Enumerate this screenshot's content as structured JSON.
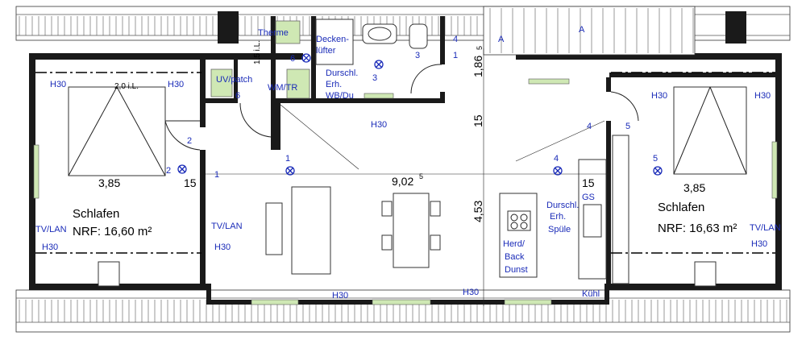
{
  "rooms": {
    "left_bedroom": {
      "name": "Schlafen",
      "area": "NRF: 16,60 m²"
    },
    "right_bedroom": {
      "name": "Schlafen",
      "area": "NRF: 16,63 m²"
    }
  },
  "labels": {
    "therme": "Therme",
    "decken_1": "Decken-",
    "decken_2": "lüfter",
    "uv_patch": "UV/patch",
    "wm_tr": "WM/TR",
    "durschl_bath_1": "Durschl.",
    "durschl_bath_2": "Erh.",
    "durschl_bath_3": "WB/Du",
    "durschl_kitchen_1": "Durschl.",
    "durschl_kitchen_2": "Erh.",
    "durschl_kitchen_3": "Spüle",
    "herd_1": "Herd/",
    "herd_2": "Back",
    "herd_3": "Dunst",
    "gs": "GS",
    "kuhl": "Kühl",
    "tv_lan": "TV/LAN",
    "h30": "H30",
    "ril_left": "2,0 i.L.",
    "ril_mid": "1,5 i.L.",
    "section_a": "A"
  },
  "dims": {
    "w_left": "3,85",
    "w_right": "3,85",
    "w_mid_main": "9,02",
    "w_mid_sup": "5",
    "h_top_main": "1,86",
    "h_top_sup": "5",
    "h_mid": "4,53",
    "fifteen": "15"
  },
  "circuits": [
    "1",
    "2",
    "3",
    "4",
    "5",
    "6"
  ]
}
